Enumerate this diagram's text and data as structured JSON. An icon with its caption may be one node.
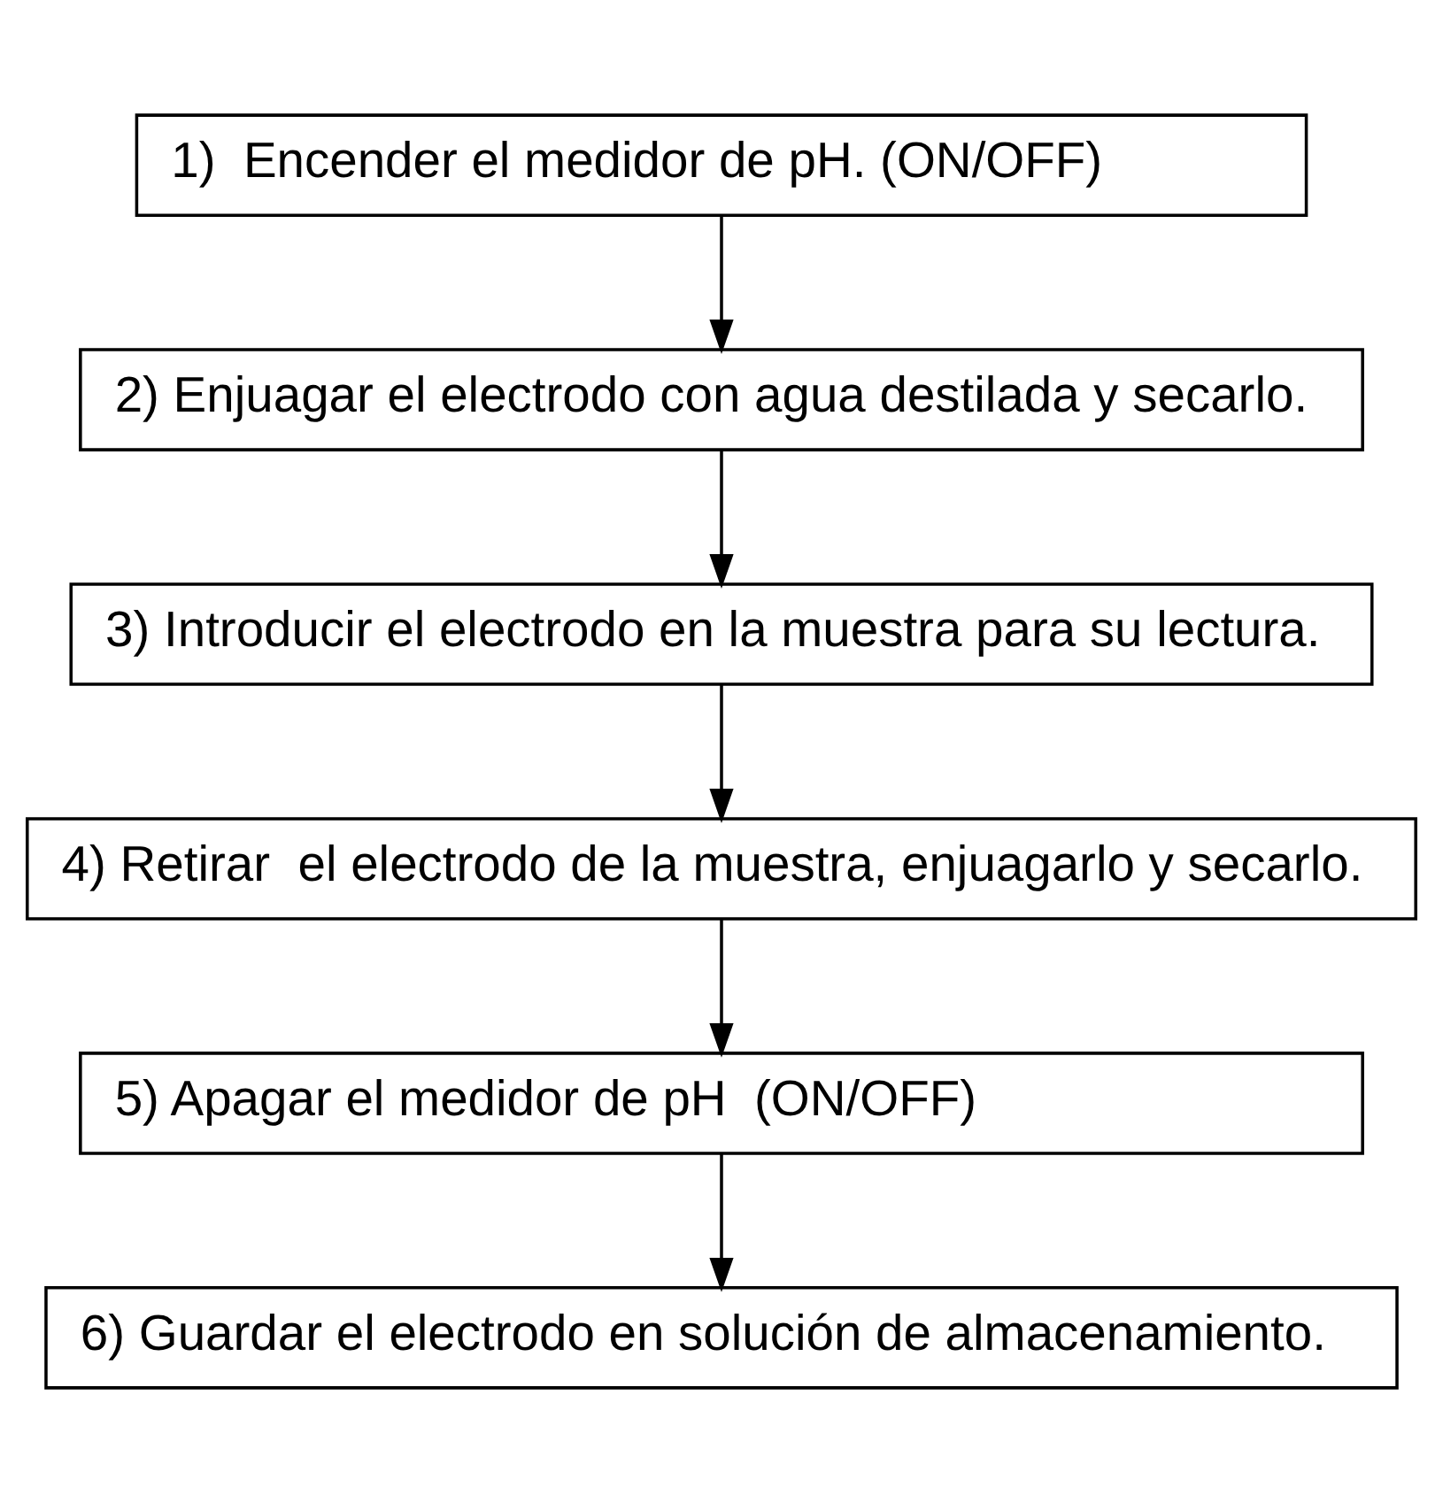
{
  "diagram": {
    "nodes": [
      {
        "text": [
          "1)  Encender el medidor de pH. (ON/OFF)"
        ]
      },
      {
        "text": [
          "2) Enjuagar el electrodo con agua destilada y secarlo."
        ]
      },
      {
        "text": [
          "3) Introducir el electrodo en la muestra para su lectura."
        ]
      },
      {
        "text": [
          "4) Retirar  el electrodo de la muestra, enjuagarlo y secarlo."
        ]
      },
      {
        "text": [
          "5) Apagar el medidor de pH  (ON/OFF)"
        ]
      },
      {
        "text": [
          "6) Guardar el electrodo en solución de almacenamiento."
        ]
      }
    ],
    "edges": [
      {
        "from": 0,
        "to": 1,
        "arrow": "to"
      },
      {
        "from": 1,
        "to": 2,
        "arrow": "to"
      },
      {
        "from": 2,
        "to": 3,
        "arrow": "to"
      },
      {
        "from": 3,
        "to": 4,
        "arrow": "to"
      },
      {
        "from": 4,
        "to": 5,
        "arrow": "to"
      }
    ]
  }
}
